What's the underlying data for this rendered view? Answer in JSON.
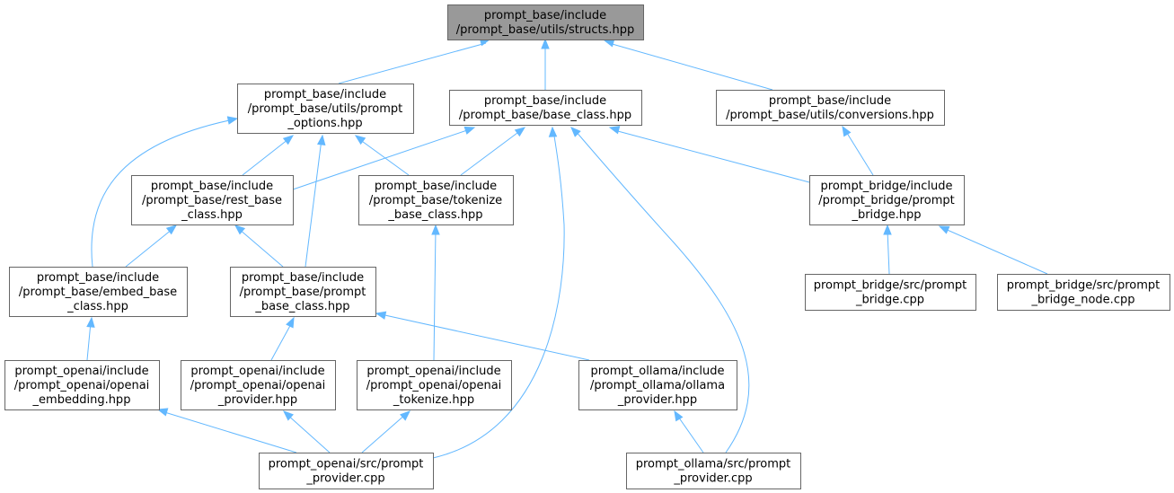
{
  "colors": {
    "edge": "#63b8ff",
    "root_fill": "#999999",
    "node_fill": "#ffffff",
    "node_border": "#666666"
  },
  "nodes": {
    "structs": [
      "prompt_base/include",
      "/prompt_base/utils/structs.hpp"
    ],
    "prompt_options": [
      "prompt_base/include",
      "/prompt_base/utils/prompt",
      "_options.hpp"
    ],
    "base_class": [
      "prompt_base/include",
      "/prompt_base/base_class.hpp"
    ],
    "conversions": [
      "prompt_base/include",
      "/prompt_base/utils/conversions.hpp"
    ],
    "rest_base": [
      "prompt_base/include",
      "/prompt_base/rest_base",
      "_class.hpp"
    ],
    "tokenize_base": [
      "prompt_base/include",
      "/prompt_base/tokenize",
      "_base_class.hpp"
    ],
    "prompt_bridge": [
      "prompt_bridge/include",
      "/prompt_bridge/prompt",
      "_bridge.hpp"
    ],
    "embed_base": [
      "prompt_base/include",
      "/prompt_base/embed_base",
      "_class.hpp"
    ],
    "prompt_base_class": [
      "prompt_base/include",
      "/prompt_base/prompt",
      "_base_class.hpp"
    ],
    "bridge_cpp": [
      "prompt_bridge/src/prompt",
      "_bridge.cpp"
    ],
    "bridge_node_cpp": [
      "prompt_bridge/src/prompt",
      "_bridge_node.cpp"
    ],
    "openai_embedding": [
      "prompt_openai/include",
      "/prompt_openai/openai",
      "_embedding.hpp"
    ],
    "openai_provider": [
      "prompt_openai/include",
      "/prompt_openai/openai",
      "_provider.hpp"
    ],
    "openai_tokenize": [
      "prompt_openai/include",
      "/prompt_openai/openai",
      "_tokenize.hpp"
    ],
    "ollama_provider": [
      "prompt_ollama/include",
      "/prompt_ollama/ollama",
      "_provider.hpp"
    ],
    "openai_provider_cpp": [
      "prompt_openai/src/prompt",
      "_provider.cpp"
    ],
    "ollama_provider_cpp": [
      "prompt_ollama/src/prompt",
      "_provider.cpp"
    ]
  }
}
